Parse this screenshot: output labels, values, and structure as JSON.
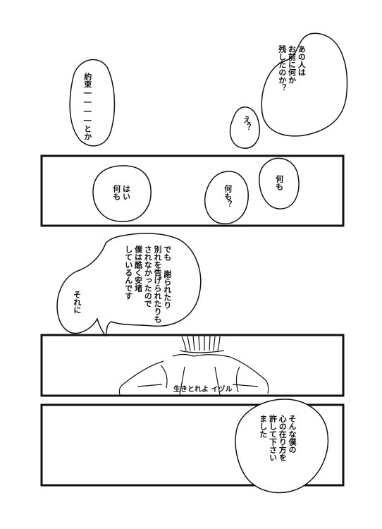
{
  "balloons": {
    "promise": "約束――――とか",
    "that_person": "あの人は\nお前に何か\n残したのか？",
    "eh": "え？",
    "nani": "何も",
    "nanimo_q": "何も？",
    "hai": "はい\n何も",
    "demo": "でも 謝られたり\n別れを告げられたりも\nされなかったので\n僕は酷く安堵\nしているんです",
    "soreni": "それに",
    "sonna": "そんな僕の\n心の在り方を\n許して下さい\nました"
  },
  "caption": {
    "ikiteyo": "生きとれよ イヅル"
  }
}
